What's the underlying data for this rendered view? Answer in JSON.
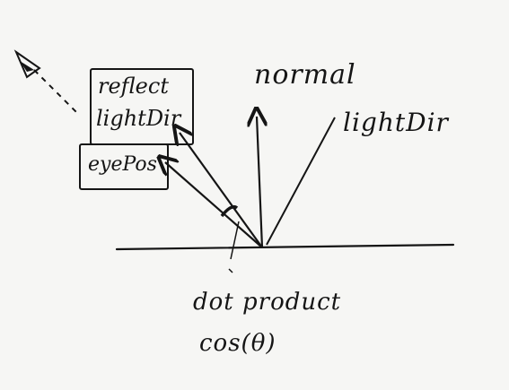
{
  "labels": {
    "normal": "normal",
    "light_dir": "lightDir",
    "reflect_line1": "reflect",
    "reflect_line2": "lightDir",
    "eye_pos": "eyePos",
    "dot_product": "dot product",
    "cos_theta": "cos(θ)"
  },
  "icons": {
    "eye": "eye-icon"
  },
  "colors": {
    "ink": "#151515",
    "paper": "#f6f6f4"
  }
}
